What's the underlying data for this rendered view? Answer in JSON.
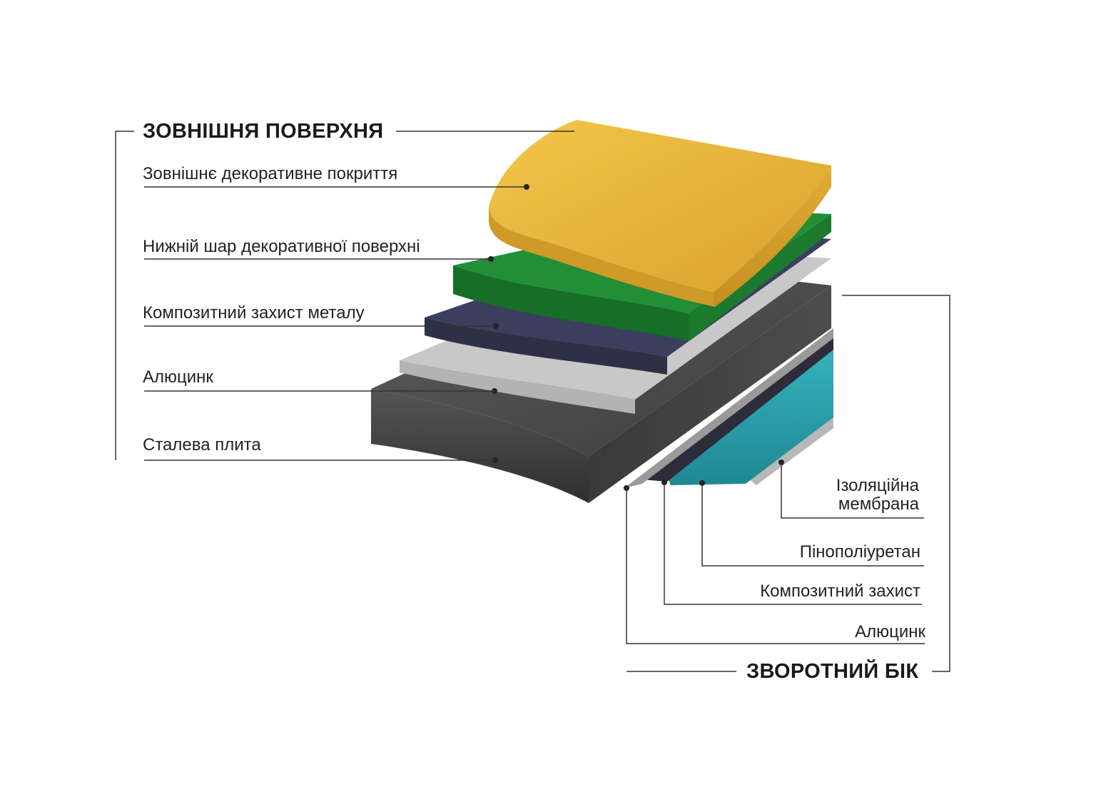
{
  "front": {
    "heading": "ЗОВНІШНЯ ПОВЕРХНЯ",
    "layers": [
      {
        "label": "Зовнішнє декоративне покриття",
        "color": "#e9b83a"
      },
      {
        "label": "Нижній шар декоративної поверхні",
        "color": "#1f8a34"
      },
      {
        "label": "Композитний захист металу",
        "color": "#3b3d5c"
      },
      {
        "label": "Алюцинк",
        "color": "#c4c4c4"
      },
      {
        "label": "Сталева плита",
        "color": "#4e4e4e"
      }
    ]
  },
  "back": {
    "heading": "ЗВОРОТНИЙ БІК",
    "layers": [
      {
        "label_line1": "Ізоляційна",
        "label_line2": "мембрана",
        "color": "#bdbdbd"
      },
      {
        "label": "Пінополіуретан",
        "color": "#2ca2ad"
      },
      {
        "label": "Композитний захист",
        "color": "#2b2b3a"
      },
      {
        "label": "Алюцинк",
        "color": "#a8a8a8"
      }
    ]
  }
}
